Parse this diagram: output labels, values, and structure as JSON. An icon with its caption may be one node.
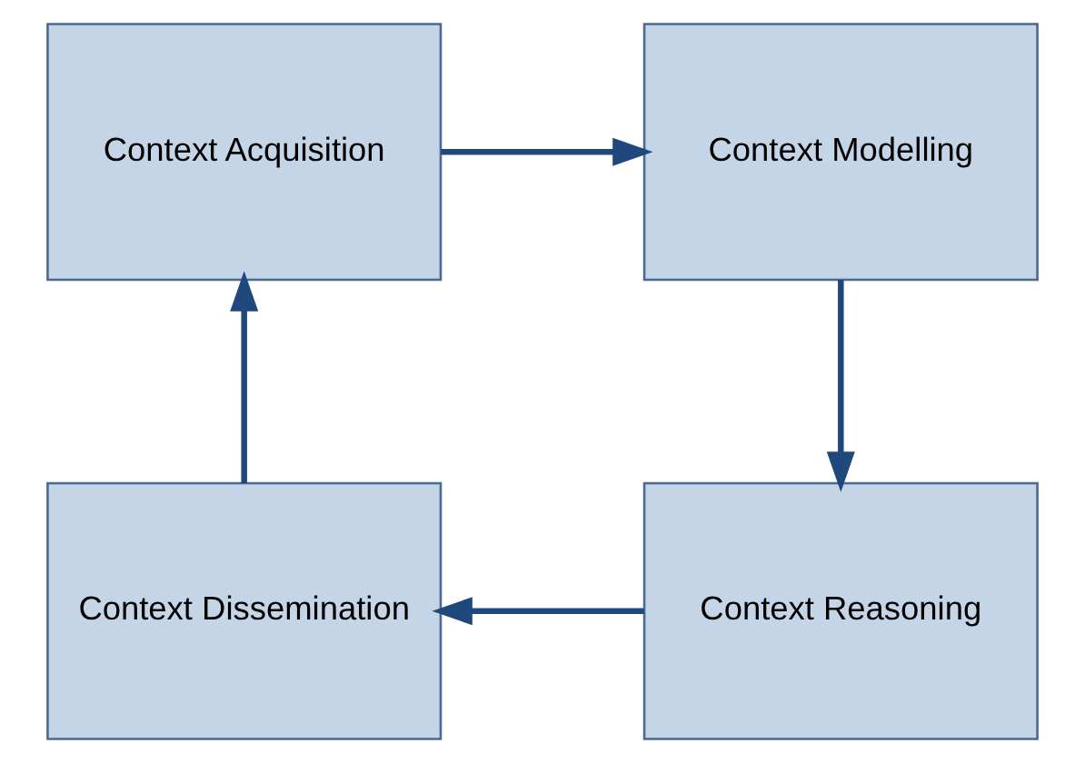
{
  "diagram": {
    "nodes": [
      {
        "text": [
          "Context Acquisition"
        ]
      },
      {
        "text": [
          "Context Modelling"
        ]
      },
      {
        "text": [
          "Context Reasoning"
        ]
      },
      {
        "text": [
          "Context Dissemination"
        ]
      }
    ],
    "edges": [
      {
        "from": 0,
        "to": 1,
        "arrow": "to"
      },
      {
        "from": 1,
        "to": 2,
        "arrow": "to"
      },
      {
        "from": 2,
        "to": 3,
        "arrow": "to"
      },
      {
        "from": 3,
        "to": 0,
        "arrow": "to"
      }
    ]
  }
}
